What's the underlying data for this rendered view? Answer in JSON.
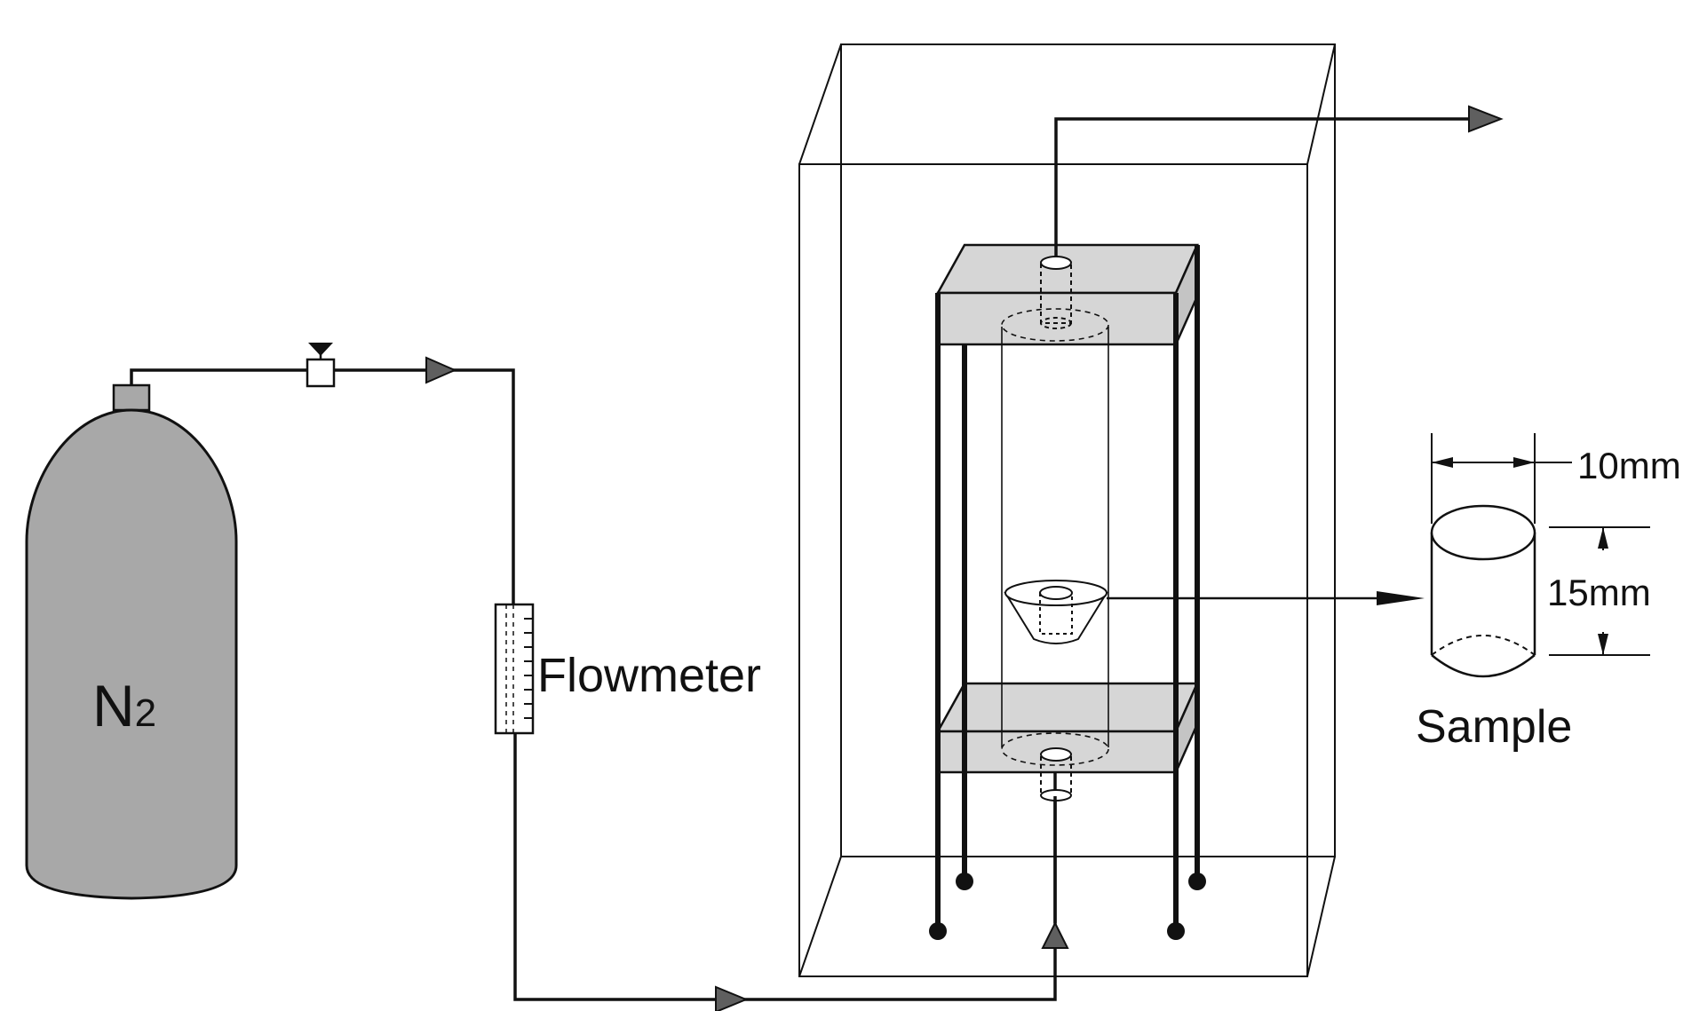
{
  "labels": {
    "gas_main": "N",
    "gas_sub": "2",
    "flowmeter": "Flowmeter",
    "sample": "Sample",
    "diameter": "10mm",
    "height": "15mm"
  },
  "colors": {
    "line": "#111111",
    "cylinder_fill": "#a8a8a8",
    "plate_fill": "#d6d6d6",
    "arrow_fill": "#5f5f5f"
  },
  "icons": {
    "arrow": "triangle-arrow-icon",
    "valve": "valve-icon",
    "dimension": "dimension-arrow-icon"
  }
}
